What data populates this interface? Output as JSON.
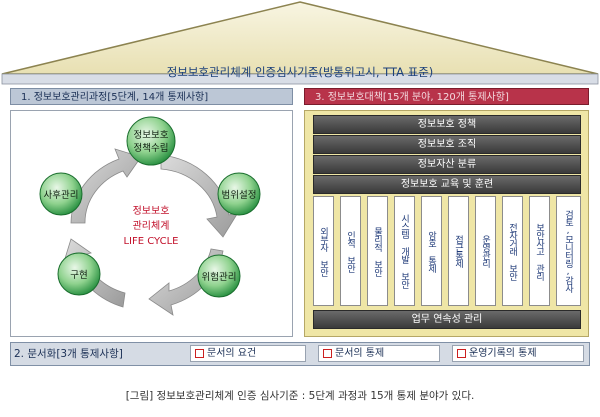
{
  "title": "정보보호관리체계 인증심사기준(방통위고시, TTA 표준)",
  "left_header": "1. 정보보호관리과정[5단계, 14개 통제사항]",
  "right_header": "3. 정보보호대책[15개 분야, 120개 통제사항]",
  "cycle": {
    "center": [
      "정보보호",
      "관리체계",
      "LIFE CYCLE"
    ],
    "nodes": [
      {
        "lines": [
          "정보보호",
          "정책수립"
        ]
      },
      {
        "lines": [
          "범위설정"
        ]
      },
      {
        "lines": [
          "위험관리"
        ]
      },
      {
        "lines": [
          "구현"
        ]
      },
      {
        "lines": [
          "사후관리"
        ]
      }
    ]
  },
  "rows": [
    "정보보호 정책",
    "정보보호 조직",
    "정보자산 분류",
    "정보보호 교육 및 훈련"
  ],
  "columns": [
    "외부자 보안",
    "인적 보안",
    "물리적 보안",
    "시스템 개발 보안",
    "암호 통제",
    "접근통제",
    "운영관리",
    "전자거래 보안",
    "보안사고 관리",
    "검토,모니터링,감사"
  ],
  "bottom_row": "업무 연속성 관리",
  "documentation": {
    "label": "2. 문서화[3개 통제사항]",
    "items": [
      "문서의 요건",
      "문서의 통제",
      "운영기록의 통제"
    ]
  },
  "caption": "[그림] 정보보호관리체계 인증 심사기준 : 5단계 과정과 15개 통제 분야가 있다.",
  "colors": {
    "accent_red": "#b8334a",
    "green_node": "#1f8a3a",
    "panel_yellow": "#efe6a6"
  }
}
